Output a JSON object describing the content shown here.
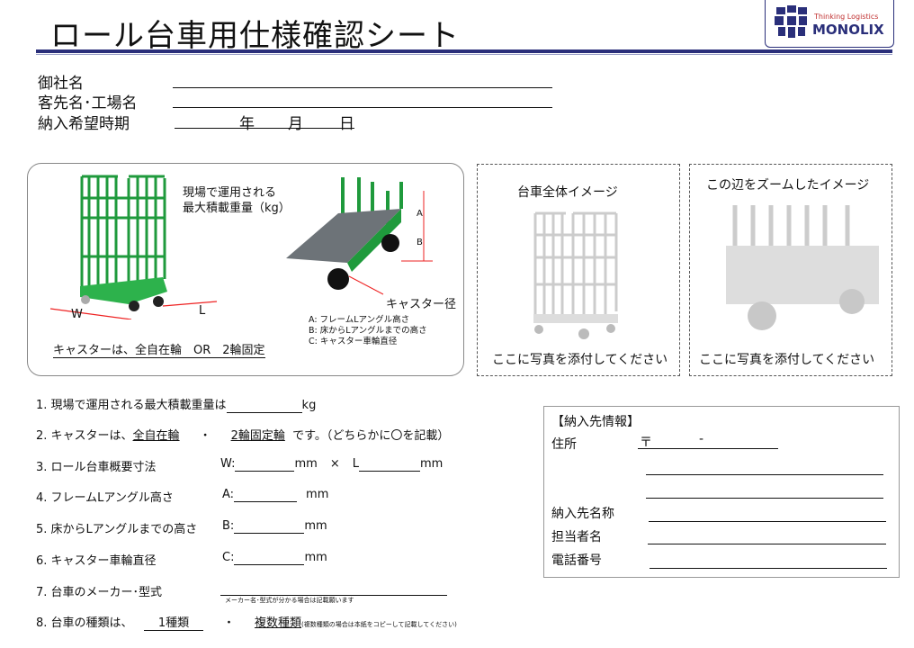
{
  "header": {
    "title": "ロール台車用仕様確認シート",
    "logo_tagline": "Thinking Logistics",
    "logo_brand": "MONOLIX"
  },
  "fields": {
    "company": "御社名",
    "client": "客先名･工場名",
    "delivery_date": "納入希望時期",
    "year": "年",
    "month": "月",
    "day": "日"
  },
  "diagram": {
    "max_load": "現場で運用される",
    "max_load2": "最大積載重量（kg）",
    "w": "W",
    "l": "L",
    "a": "A",
    "b": "B",
    "caster_dia": "キャスター径",
    "caster_type": "キャスターは、全自在輪　OR　2輪固定",
    "legend": [
      "A:  フレームLアングル高さ",
      "B:  床からLアングルまでの高さ",
      "C:  キャスター車輪直径"
    ]
  },
  "photo1": {
    "title": "台車全体イメージ",
    "caption": "ここに写真を添付してください"
  },
  "photo2": {
    "title": "この辺をズームしたイメージ",
    "caption": "ここに写真を添付してください"
  },
  "questions": {
    "q1": "1. 現場で運用される最大積載重量は",
    "q1u": "kg",
    "q2": "2. キャスターは、",
    "q2a": "全自在輪",
    "q2dot": "・",
    "q2b": "2輪固定輪",
    "q2c": "です。（どちらかに〇を記載）",
    "q3": "3. ロール台車概要寸法",
    "q3w": "W:",
    "q3mm": "mm",
    "q3x": "×",
    "q3l": "L",
    "q3mm2": "mm",
    "q4": "4. フレームLアングル高さ",
    "q4a": "A:",
    "q4mm": "mm",
    "q5": "5. 床からLアングルまでの高さ",
    "q5b": "B:",
    "q5mm": "mm",
    "q6": "6. キャスター車輪直径",
    "q6c": "C:",
    "q6mm": "mm",
    "q7": "7. 台車のメーカー･型式",
    "q7note": "メーカー名･型式が分かる場合は記載願います",
    "q8": "8. 台車の種類は、",
    "q8a": "1種類",
    "q8dot": "・",
    "q8b": "複数種類",
    "q8note": "(複数種類の場合は本紙をコピーして記載してください)"
  },
  "delivery": {
    "title": "【納入先情報】",
    "address": "住所",
    "postal": "〒",
    "dash": "-",
    "name": "納入先名称",
    "person": "担当者名",
    "phone": "電話番号"
  }
}
